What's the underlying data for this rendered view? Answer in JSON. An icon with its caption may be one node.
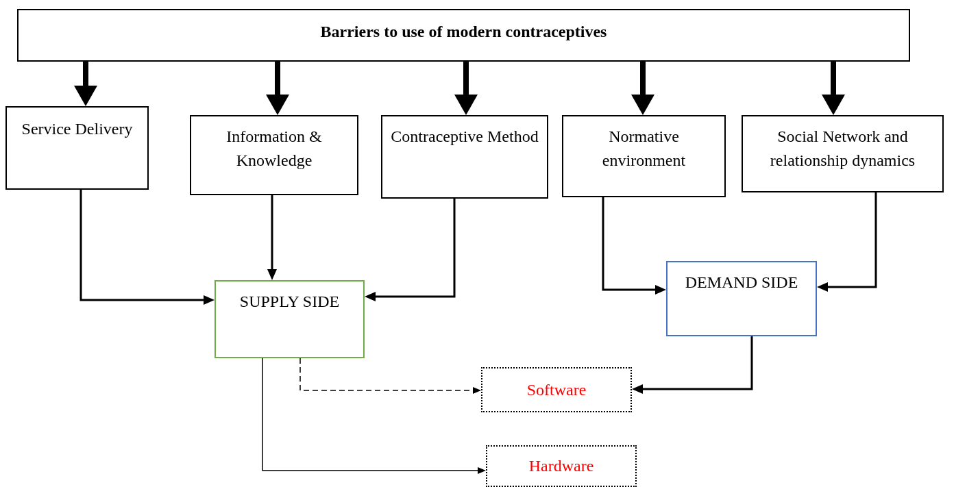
{
  "diagram": {
    "nodes": [
      {
        "text": [
          "Barriers to use of modern contraceptives"
        ]
      },
      {
        "text": [
          "Service Delivery"
        ]
      },
      {
        "text": [
          "Information & Knowledge"
        ]
      },
      {
        "text": [
          "Contraceptive Method"
        ]
      },
      {
        "text": [
          "Normative environment"
        ]
      },
      {
        "text": [
          "Social Network and relationship dynamics"
        ]
      },
      {
        "text": [
          "SUPPLY SIDE"
        ]
      },
      {
        "text": [
          "DEMAND SIDE"
        ]
      },
      {
        "text": [
          "Software"
        ]
      },
      {
        "text": [
          "Hardware"
        ]
      }
    ],
    "edges": [
      {
        "from": 0,
        "to": 1,
        "arrow": "to",
        "style": "thick"
      },
      {
        "from": 0,
        "to": 2,
        "arrow": "to",
        "style": "thick"
      },
      {
        "from": 0,
        "to": 3,
        "arrow": "to",
        "style": "thick"
      },
      {
        "from": 0,
        "to": 4,
        "arrow": "to",
        "style": "thick"
      },
      {
        "from": 0,
        "to": 5,
        "arrow": "to",
        "style": "thick"
      },
      {
        "from": 1,
        "to": 6,
        "arrow": "to"
      },
      {
        "from": 2,
        "to": 6,
        "arrow": "to"
      },
      {
        "from": 3,
        "to": 6,
        "arrow": "to"
      },
      {
        "from": 4,
        "to": 7,
        "arrow": "to"
      },
      {
        "from": 5,
        "to": 7,
        "arrow": "to"
      },
      {
        "from": 6,
        "to": 8,
        "arrow": "to",
        "style": "dashed"
      },
      {
        "from": 6,
        "to": 9,
        "arrow": "to"
      },
      {
        "from": 7,
        "to": 8,
        "arrow": "to"
      }
    ]
  }
}
